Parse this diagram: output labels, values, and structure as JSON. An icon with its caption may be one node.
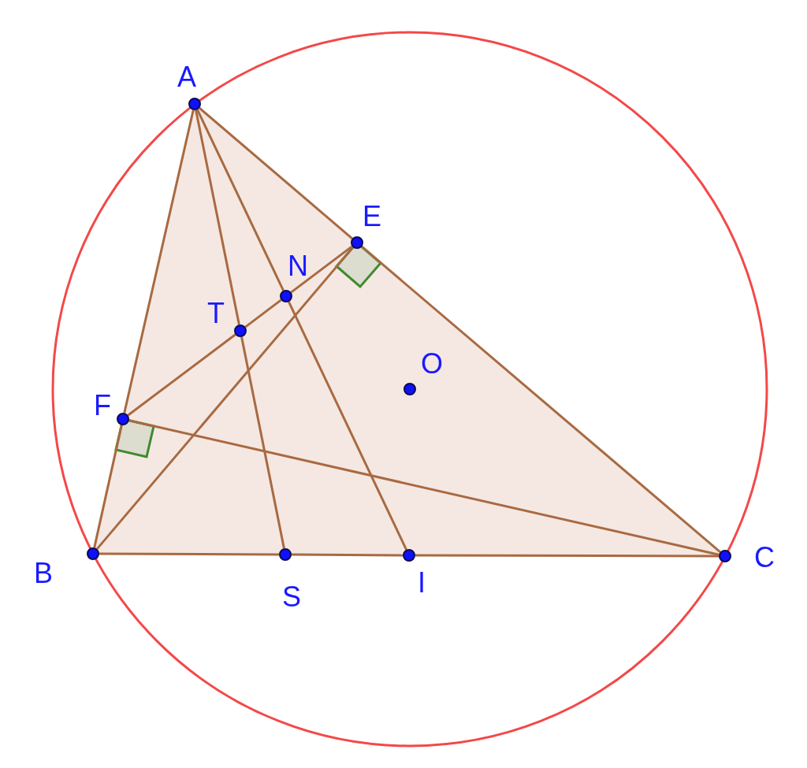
{
  "diagram": {
    "nodes": [
      {
        "text": [
          "A"
        ]
      },
      {
        "text": [
          "E"
        ]
      },
      {
        "text": [
          "N"
        ]
      },
      {
        "text": [
          "T"
        ]
      },
      {
        "text": [
          "O"
        ]
      },
      {
        "text": [
          "F"
        ]
      },
      {
        "text": [
          "B"
        ]
      },
      {
        "text": [
          "S"
        ]
      },
      {
        "text": [
          "I"
        ]
      },
      {
        "text": [
          "C"
        ]
      }
    ],
    "edges": [
      {
        "from": 0,
        "to": 5,
        "arrow": "none"
      },
      {
        "from": 5,
        "to": 6,
        "arrow": "none"
      },
      {
        "from": 0,
        "to": 1,
        "arrow": "none"
      },
      {
        "from": 1,
        "to": 9,
        "arrow": "none"
      },
      {
        "from": 6,
        "to": 7,
        "arrow": "none"
      },
      {
        "from": 7,
        "to": 8,
        "arrow": "none"
      },
      {
        "from": 8,
        "to": 9,
        "arrow": "none"
      },
      {
        "from": 0,
        "to": 3,
        "arrow": "none"
      },
      {
        "from": 3,
        "to": 7,
        "arrow": "none"
      },
      {
        "from": 0,
        "to": 2,
        "arrow": "none"
      },
      {
        "from": 2,
        "to": 8,
        "arrow": "none"
      },
      {
        "from": 5,
        "to": 3,
        "arrow": "none"
      },
      {
        "from": 3,
        "to": 2,
        "arrow": "none"
      },
      {
        "from": 2,
        "to": 1,
        "arrow": "none"
      },
      {
        "from": 6,
        "to": 1,
        "arrow": "none"
      },
      {
        "from": 5,
        "to": 9,
        "arrow": "none"
      }
    ]
  }
}
